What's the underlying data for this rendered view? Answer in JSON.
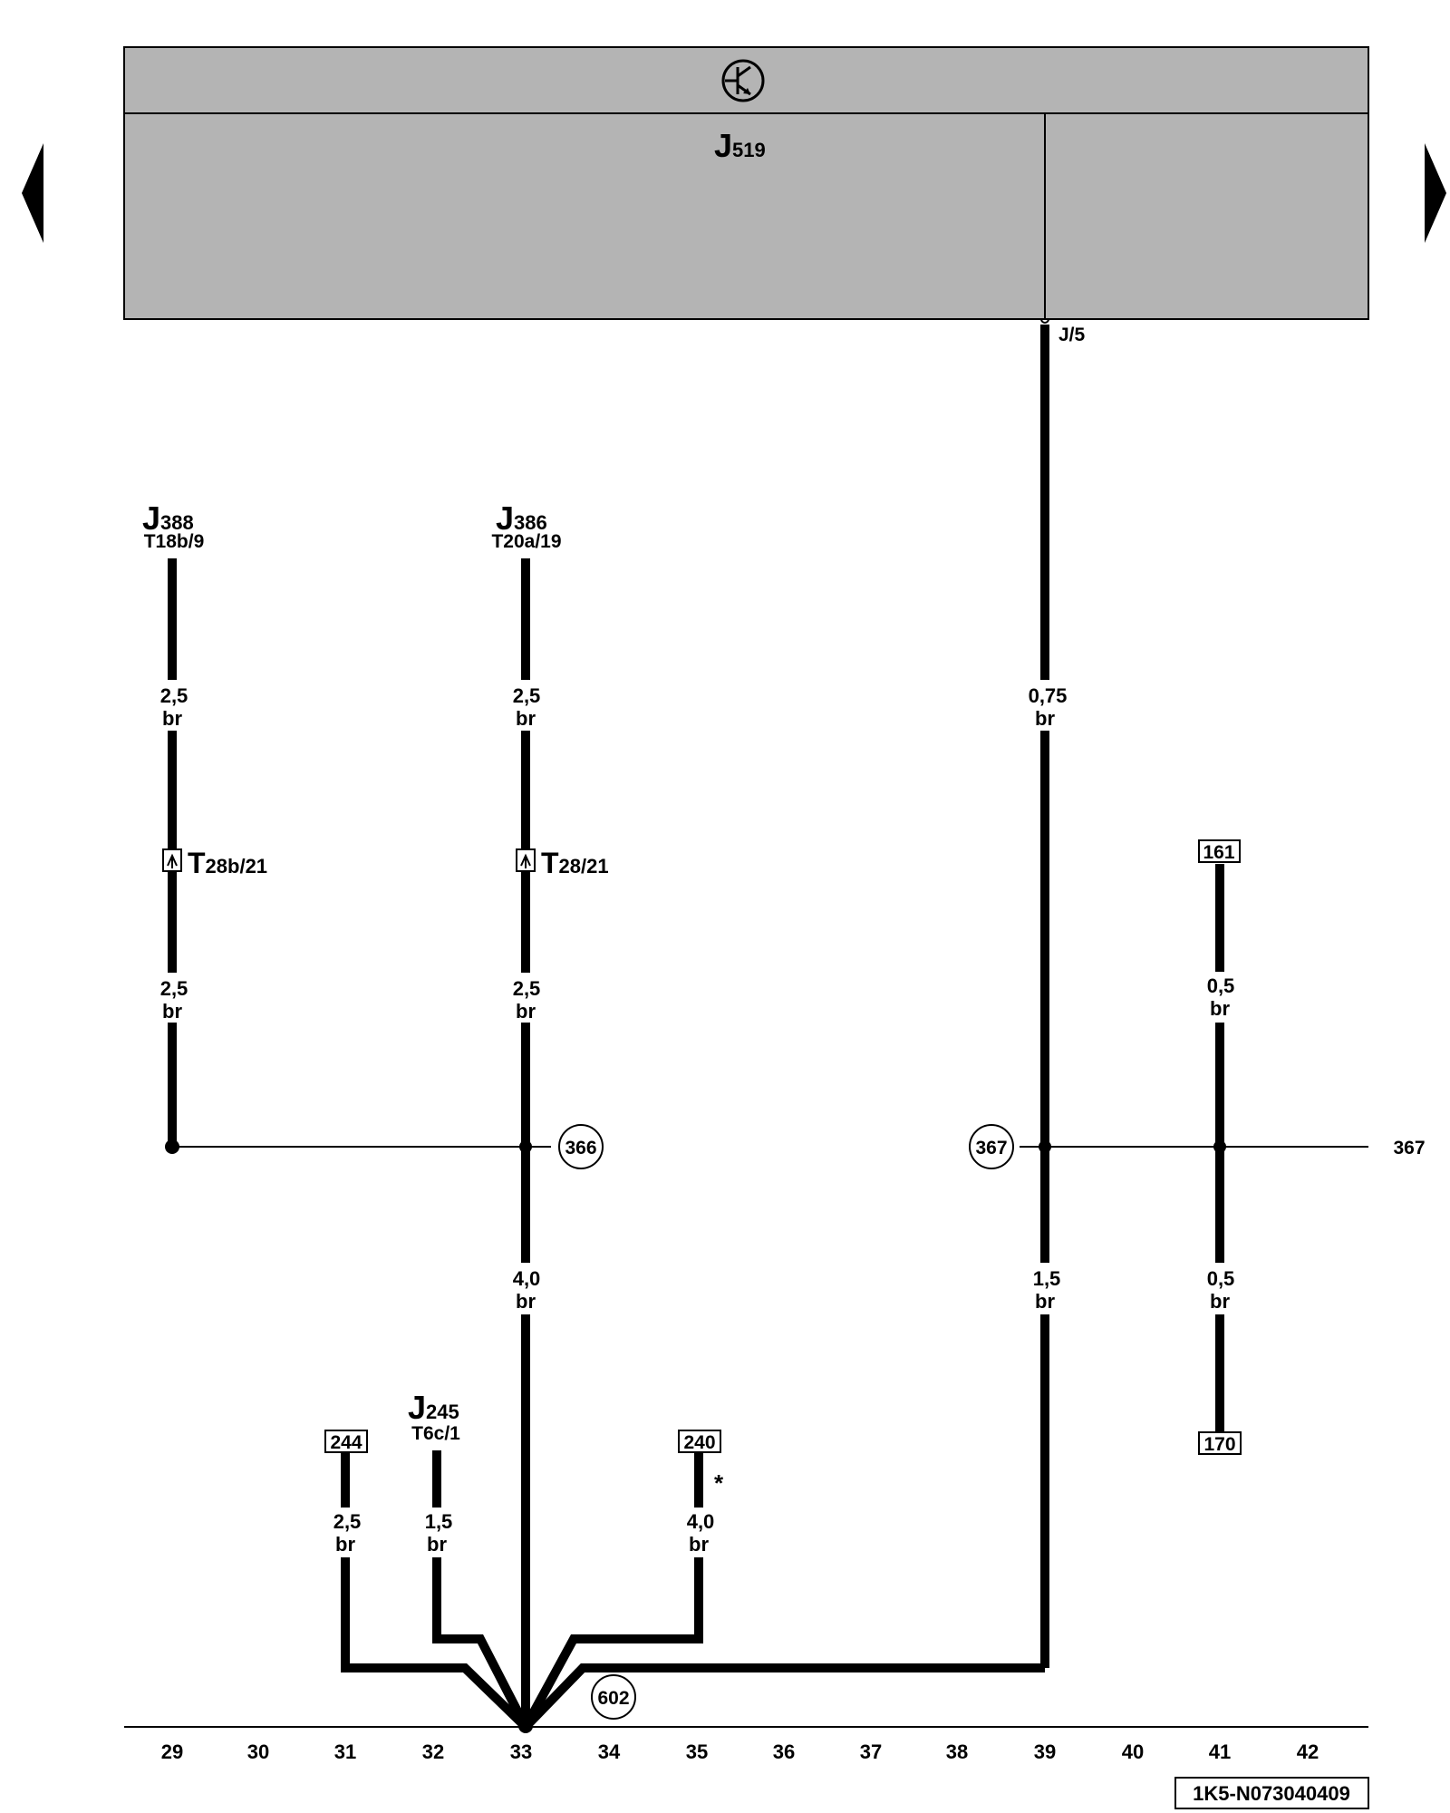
{
  "control_unit": {
    "name": "J",
    "sub": "519",
    "pin": "J/5"
  },
  "components": [
    {
      "id": "j388",
      "name": "J",
      "sub": "388",
      "pin": "T18b/9"
    },
    {
      "id": "j386",
      "name": "J",
      "sub": "386",
      "pin": "T20a/19"
    },
    {
      "id": "j245",
      "name": "J",
      "sub": "245",
      "pin": "T6c/1"
    }
  ],
  "connectors": [
    {
      "big": "T",
      "sub": "28b/21"
    },
    {
      "big": "T",
      "sub": "28/21"
    }
  ],
  "wire_labels": [
    {
      "size": "2,5",
      "color": "br"
    },
    {
      "size": "2,5",
      "color": "br"
    },
    {
      "size": "0,75",
      "color": "br"
    },
    {
      "size": "2,5",
      "color": "br"
    },
    {
      "size": "2,5",
      "color": "br"
    },
    {
      "size": "0,5",
      "color": "br"
    },
    {
      "size": "4,0",
      "color": "br"
    },
    {
      "size": "1,5",
      "color": "br"
    },
    {
      "size": "0,5",
      "color": "br"
    },
    {
      "size": "2,5",
      "color": "br"
    },
    {
      "size": "1,5",
      "color": "br"
    },
    {
      "size": "4,0",
      "color": "br"
    }
  ],
  "ground_points": [
    "366",
    "367",
    "602"
  ],
  "crossref_boxes": [
    "161",
    "244",
    "240",
    "170"
  ],
  "crossref_right": "367",
  "asterisk": "*",
  "tracks": [
    "29",
    "30",
    "31",
    "32",
    "33",
    "34",
    "35",
    "36",
    "37",
    "38",
    "39",
    "40",
    "41",
    "42"
  ],
  "diagram_id": "1K5-N073040409"
}
